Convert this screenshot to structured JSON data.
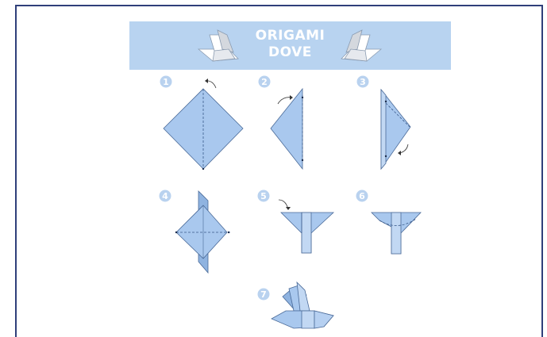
{
  "title": {
    "line1": "ORIGAMI",
    "line2": "DOVE"
  },
  "steps": [
    {
      "number": "1"
    },
    {
      "number": "2"
    },
    {
      "number": "3"
    },
    {
      "number": "4"
    },
    {
      "number": "5"
    },
    {
      "number": "6"
    },
    {
      "number": "7"
    }
  ],
  "colors": {
    "paper": "#a9c8ee",
    "paper_dark": "#8fb3e0",
    "banner": "#b8d3f0",
    "badge": "#b9d2ef",
    "frame": "#2f3f7a",
    "line": "#3a5a8a"
  }
}
